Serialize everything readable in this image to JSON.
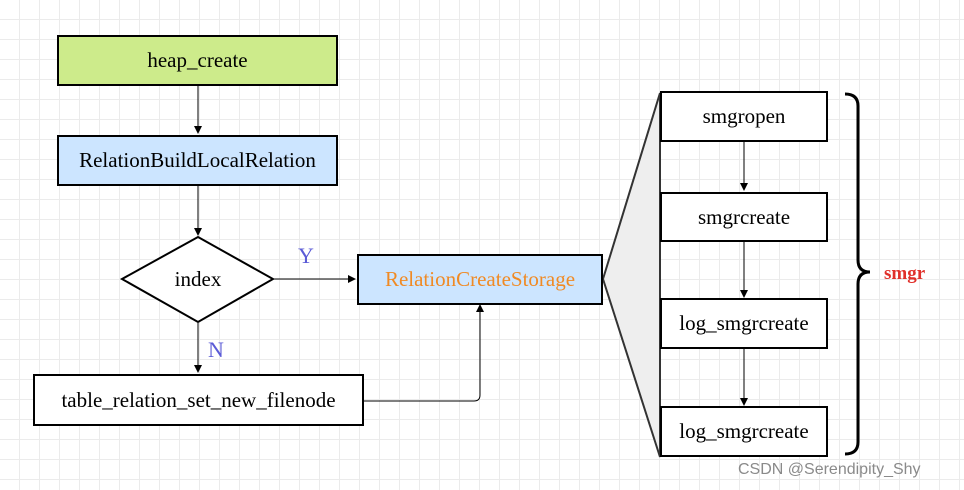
{
  "nodes": {
    "heap_create": "heap_create",
    "relation_build_local_relation": "RelationBuildLocalRelation",
    "index": "index",
    "relation_create_storage": "RelationCreateStorage",
    "table_relation_set_new_filenode": "table_relation_set_new_filenode",
    "smgropen": "smgropen",
    "smgrcreate": "smgrcreate",
    "log_smgrcreate_1": "log_smgrcreate",
    "log_smgrcreate_2": "log_smgrcreate"
  },
  "edge_labels": {
    "yes": "Y",
    "no": "N"
  },
  "group_label": "smgr",
  "watermark": "CSDN @Serendipity_Shy",
  "colors": {
    "green_fill": "#cdeb8b",
    "blue_fill": "#cce5ff",
    "orange_text": "#f08a24",
    "edge_label": "#5b5bd6",
    "smgr_label": "#e0302a"
  }
}
